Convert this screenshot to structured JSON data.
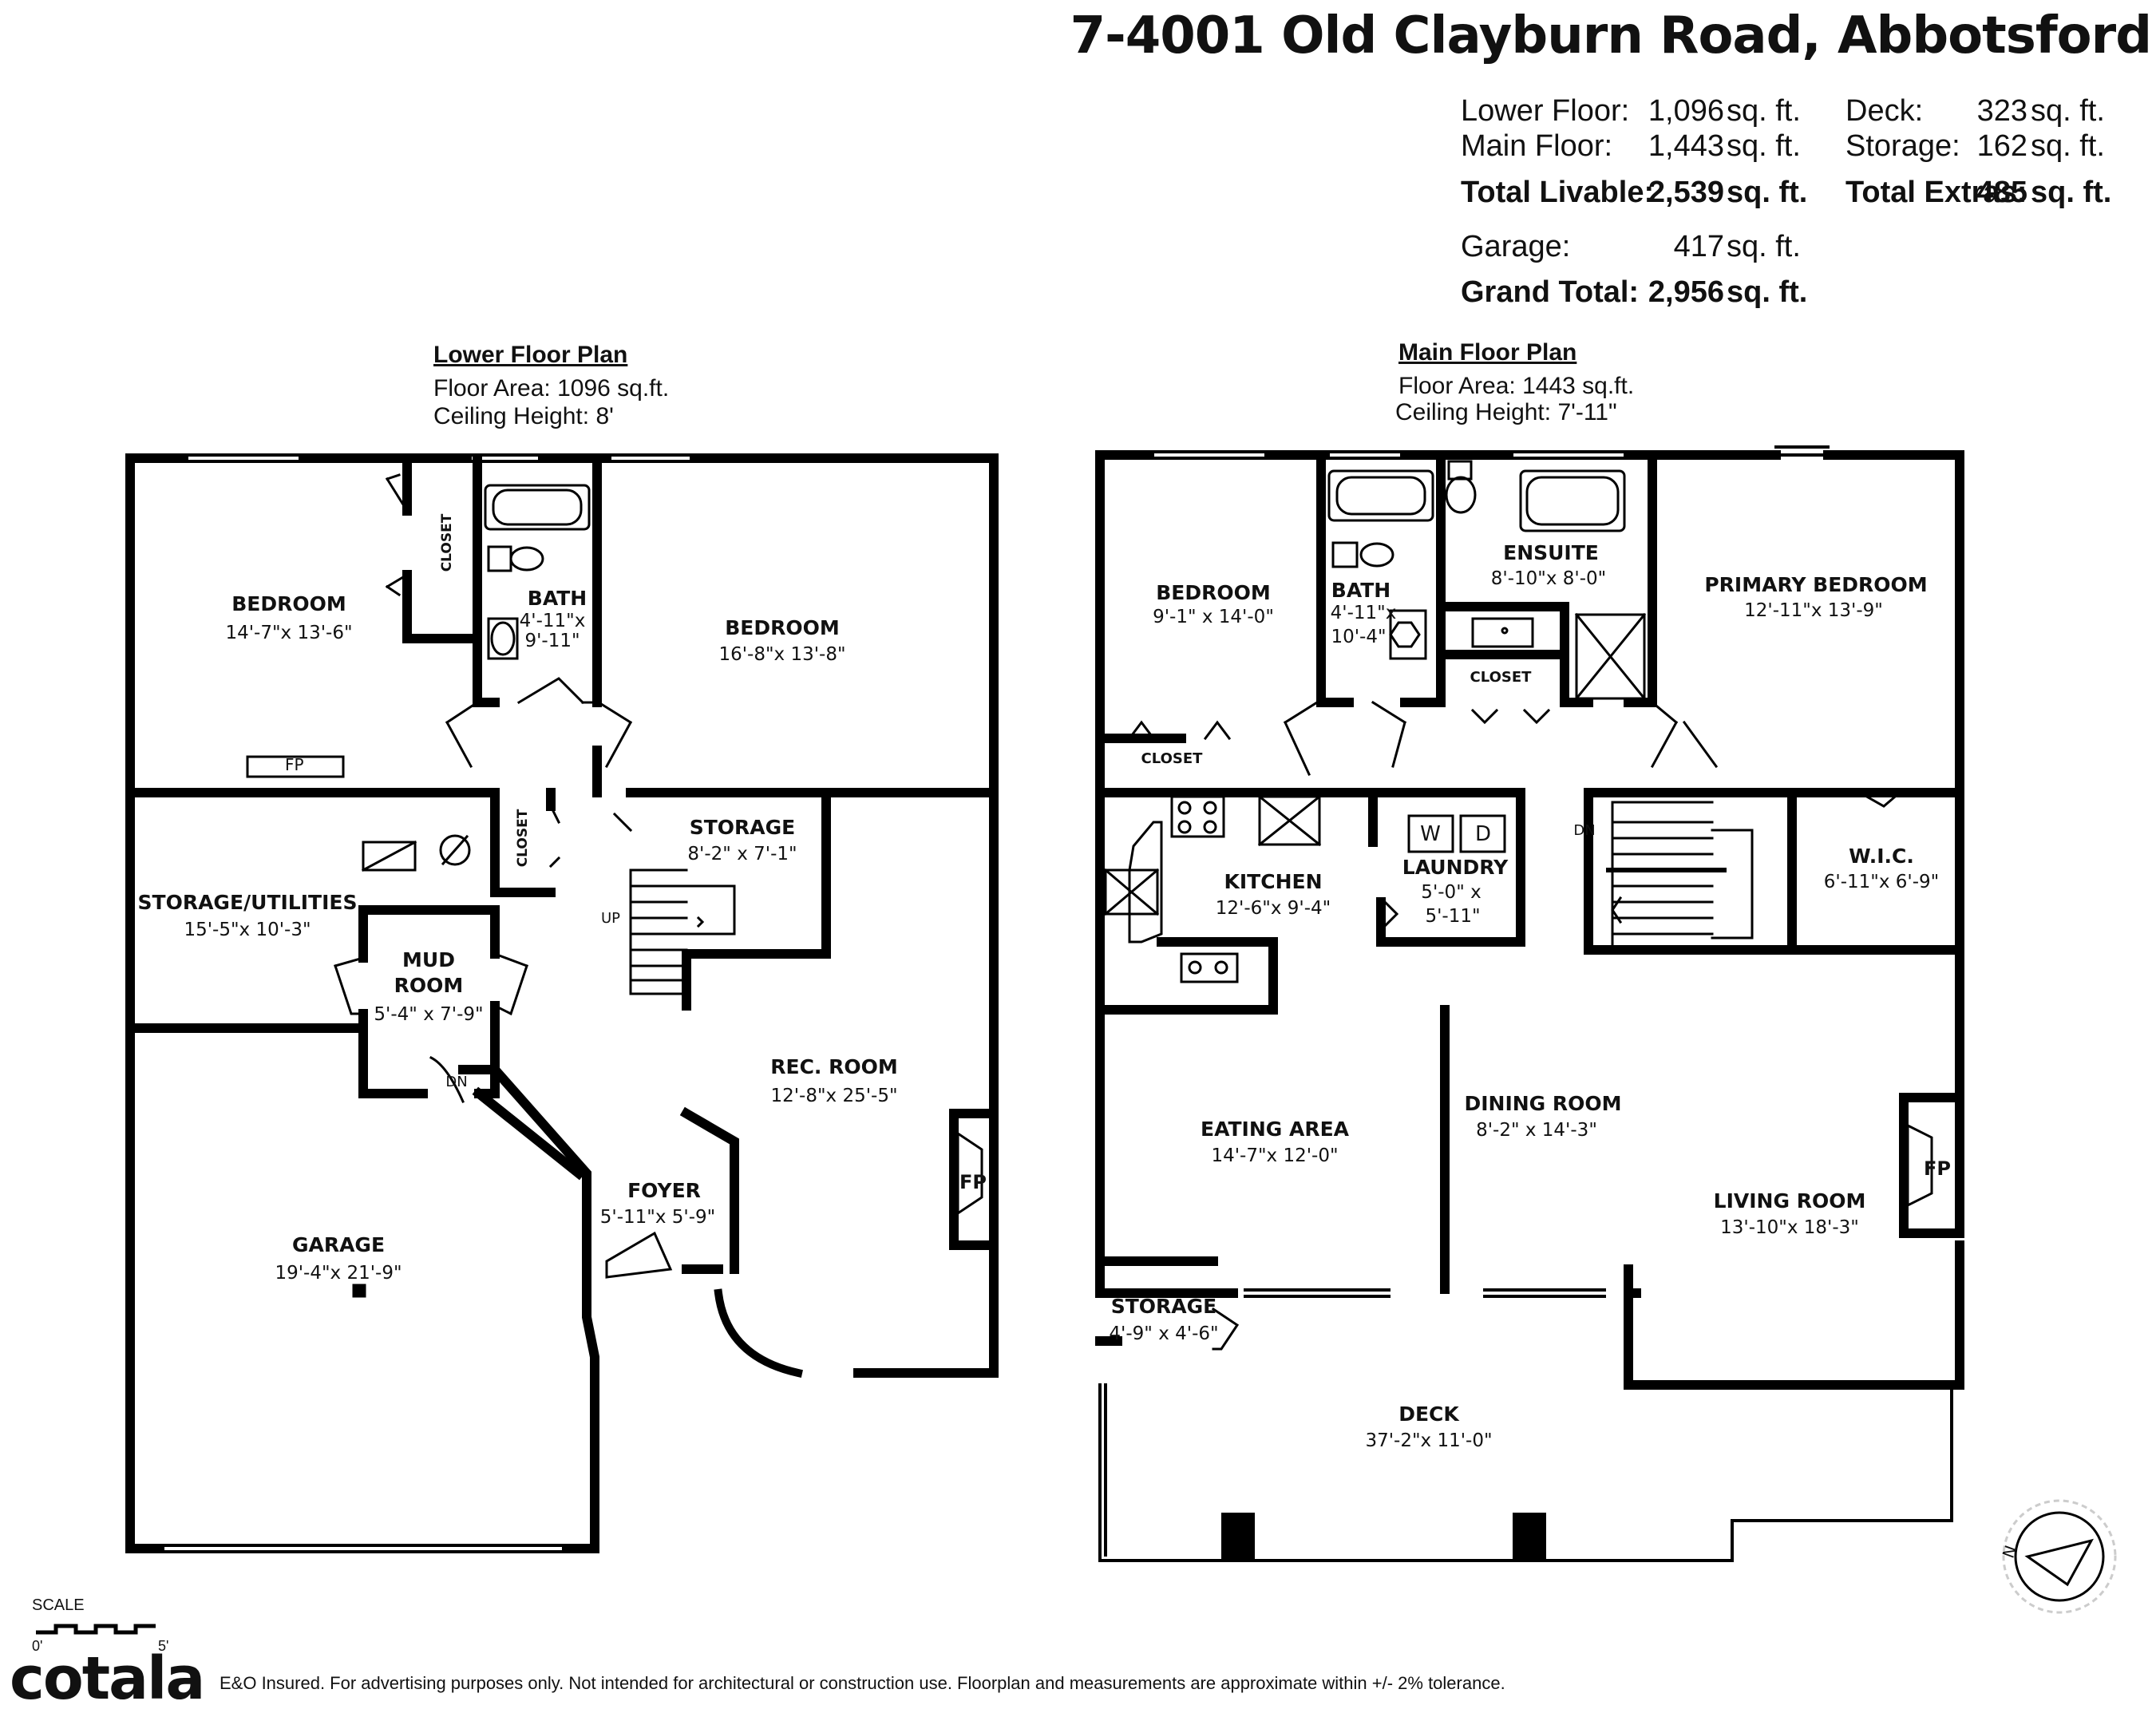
{
  "header": {
    "address": "7-4001 Old Clayburn Road, Abbotsford"
  },
  "stats": {
    "lower_floor": {
      "label": "Lower Floor:",
      "value": "1,096",
      "unit": "sq. ft."
    },
    "main_floor": {
      "label": "Main Floor:",
      "value": "1,443",
      "unit": "sq. ft."
    },
    "total_livable": {
      "label": "Total Livable:",
      "value": "2,539",
      "unit": "sq. ft."
    },
    "deck": {
      "label": "Deck:",
      "value": "323",
      "unit": "sq. ft."
    },
    "storage": {
      "label": "Storage:",
      "value": "162",
      "unit": "sq. ft."
    },
    "total_extras": {
      "label": "Total Extras:",
      "value": "485",
      "unit": "sq. ft."
    },
    "garage": {
      "label": "Garage:",
      "value": "417",
      "unit": "sq. ft."
    },
    "grand_total": {
      "label": "Grand Total:",
      "value": "2,956",
      "unit": "sq. ft."
    }
  },
  "lower_plan": {
    "heading": "Lower Floor Plan",
    "area": "Floor Area: 1096 sq.ft.",
    "ceiling": "Ceiling Height: 8'",
    "rooms": {
      "bedroom_a": {
        "name": "BEDROOM",
        "dims": "14'-7\"x 13'-6\""
      },
      "closet_a": "CLOSET",
      "bath": {
        "name": "BATH",
        "dims1": "4'-11\"x",
        "dims2": "9'-11\""
      },
      "bedroom_b": {
        "name": "BEDROOM",
        "dims": "16'-8\"x 13'-8\""
      },
      "fp_a": "FP",
      "storage_utilities": {
        "name": "STORAGE/UTILITIES",
        "dims": "15'-5\"x 10'-3\""
      },
      "closet_b": "CLOSET",
      "storage": {
        "name": "STORAGE",
        "dims": "8'-2\" x 7'-1\""
      },
      "up": "UP",
      "mud_room": {
        "name1": "MUD",
        "name2": "ROOM",
        "dims": "5'-4\" x 7'-9\""
      },
      "dn": "DN",
      "rec_room": {
        "name": "REC. ROOM",
        "dims": "12'-8\"x 25'-5\""
      },
      "fp_b": "FP",
      "foyer": {
        "name": "FOYER",
        "dims": "5'-11\"x 5'-9\""
      },
      "garage": {
        "name": "GARAGE",
        "dims": "19'-4\"x 21'-9\""
      }
    }
  },
  "main_plan": {
    "heading": "Main Floor Plan",
    "area": "Floor Area: 1443 sq.ft.",
    "ceiling": "Ceiling Height: 7'-11\"",
    "rooms": {
      "bedroom": {
        "name": "BEDROOM",
        "dims": "9'-1\" x 14'-0\""
      },
      "bath": {
        "name": "BATH",
        "dims1": "4'-11\"x",
        "dims2": "10'-4\""
      },
      "ensuite": {
        "name": "ENSUITE",
        "dims": "8'-10\"x 8'-0\""
      },
      "closet_ensuite": "CLOSET",
      "primary_bedroom": {
        "name": "PRIMARY BEDROOM",
        "dims": "12'-11\"x 13'-9\""
      },
      "closet_bedroom": "CLOSET",
      "kitchen": {
        "name": "KITCHEN",
        "dims": "12'-6\"x 9'-4\""
      },
      "laundry": {
        "name": "LAUNDRY",
        "dims1": "5'-0\" x",
        "dims2": "5'-11\"",
        "washer": "W",
        "dryer": "D"
      },
      "dn": "DN",
      "wic": {
        "name": "W.I.C.",
        "dims": "6'-11\"x 6'-9\""
      },
      "eating_area": {
        "name": "EATING AREA",
        "dims": "14'-7\"x 12'-0\""
      },
      "dining_room": {
        "name": "DINING ROOM",
        "dims": "8'-2\" x 14'-3\""
      },
      "living_room": {
        "name": "LIVING ROOM",
        "dims": "13'-10\"x 18'-3\""
      },
      "fp": "FP",
      "storage": {
        "name": "STORAGE",
        "dims": "4'-9\" x 4'-6\""
      },
      "deck": {
        "name": "DECK",
        "dims": "37'-2\"x 11'-0\""
      }
    }
  },
  "scale": {
    "label": "SCALE",
    "min": "0'",
    "max": "5'"
  },
  "compass": {
    "letter": "N"
  },
  "footer": {
    "brand": "cotala",
    "disclaimer": "E&O Insured. For advertising purposes only. Not intended for architectural or construction use. Floorplan and measurements are approximate within +/- 2% tolerance."
  }
}
